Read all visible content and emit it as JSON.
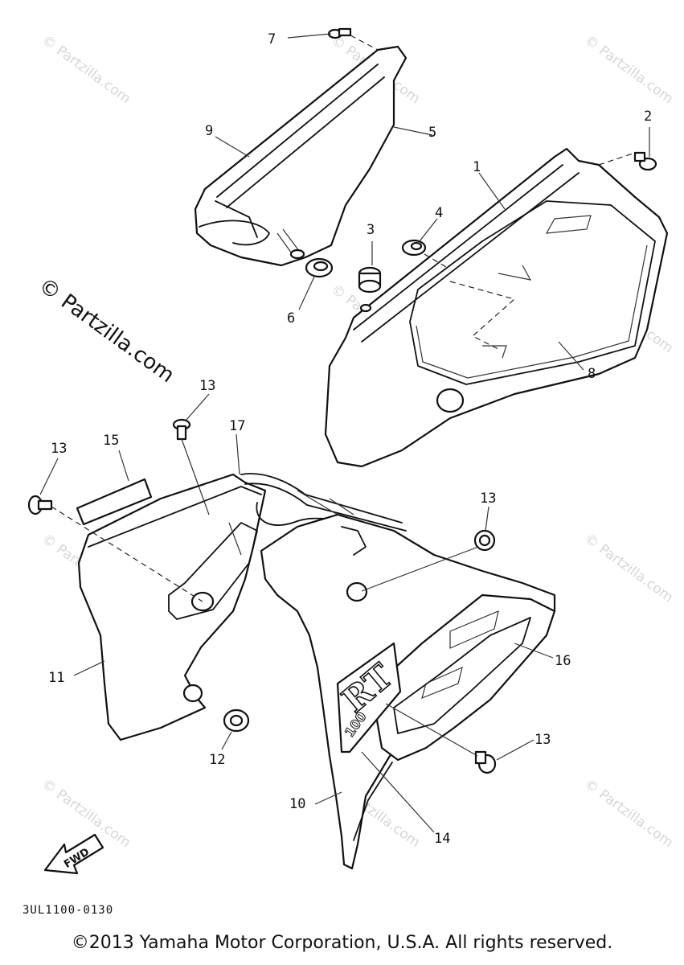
{
  "watermarks": {
    "small": "© Partzilla.com",
    "large": "© Partzilla.com"
  },
  "callouts": {
    "c1": "1",
    "c2": "2",
    "c3": "3",
    "c4": "4",
    "c5": "5",
    "c6": "6",
    "c7": "7",
    "c8": "8",
    "c9": "9",
    "c10": "10",
    "c11": "11",
    "c12": "12",
    "c13a": "13",
    "c13b": "13",
    "c13c": "13",
    "c13d": "13",
    "c14": "14",
    "c15": "15",
    "c16": "16",
    "c17": "17"
  },
  "fwd_label": "FWD",
  "decal_text": "RT",
  "decal_number": "100",
  "diagram_code": "3UL1100-0130",
  "copyright": "©2013 Yamaha Motor Corporation, U.S.A. All rights reserved."
}
